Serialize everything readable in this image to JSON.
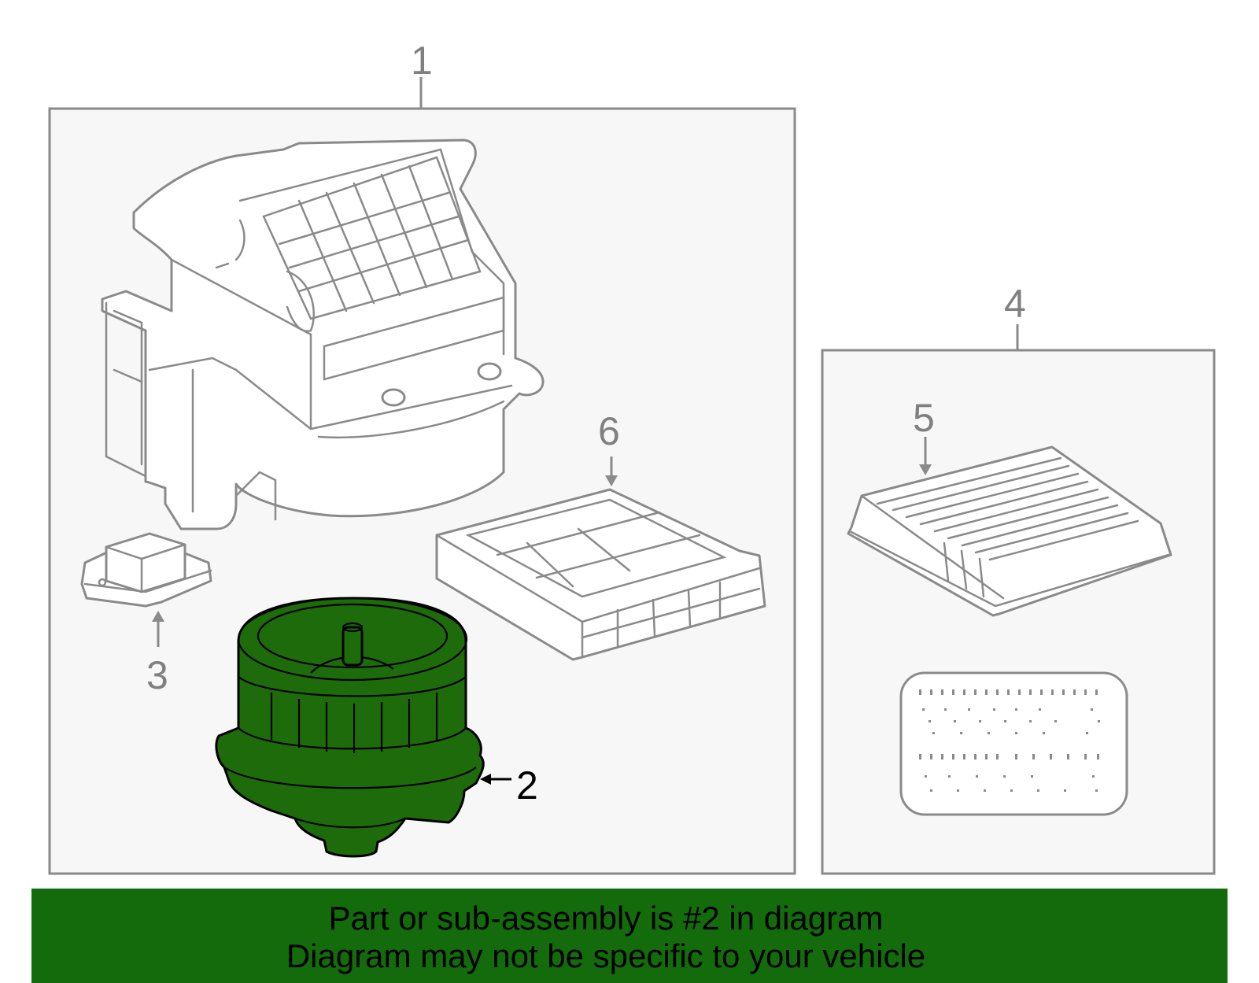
{
  "callouts": {
    "c1": "1",
    "c2": "2",
    "c3": "3",
    "c4": "4",
    "c5": "5",
    "c6": "6"
  },
  "caption": {
    "line1": "Part or sub-assembly is #2 in diagram",
    "line2": "Diagram may not be specific to your vehicle"
  },
  "colors": {
    "highlight_fill": "#1e6b0b",
    "caption_background": "#136b0c",
    "line_gray": "#8a8a8a",
    "panel_background": "#f7f7f7"
  },
  "highlighted_part": "2"
}
